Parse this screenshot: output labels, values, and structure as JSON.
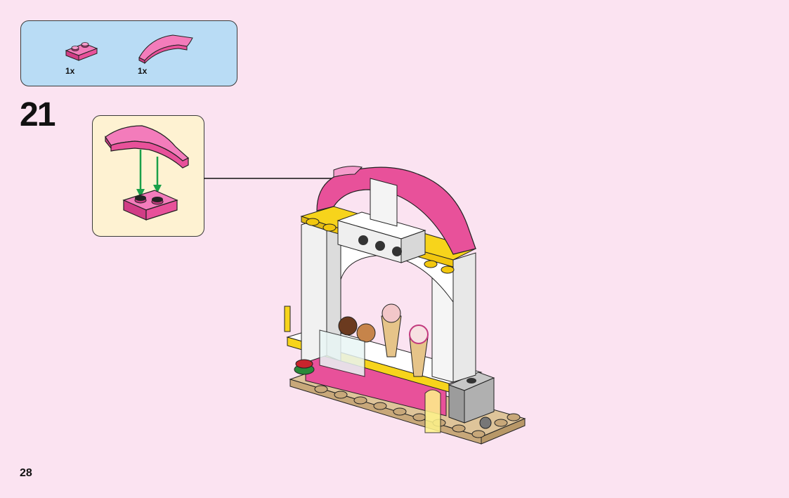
{
  "parts_list": {
    "items": [
      {
        "icon": "pink-plate-1x2-icon",
        "qty": "1x"
      },
      {
        "icon": "pink-curved-slope-icon",
        "qty": "1x"
      }
    ]
  },
  "step": {
    "number": "21"
  },
  "page": {
    "number": "28"
  },
  "colors": {
    "background": "#fbe3f1",
    "parts_box": "#b9dcf5",
    "sub_box": "#fef2d2",
    "brick_pink": "#e8519a",
    "arrow_green": "#1aa04a"
  }
}
